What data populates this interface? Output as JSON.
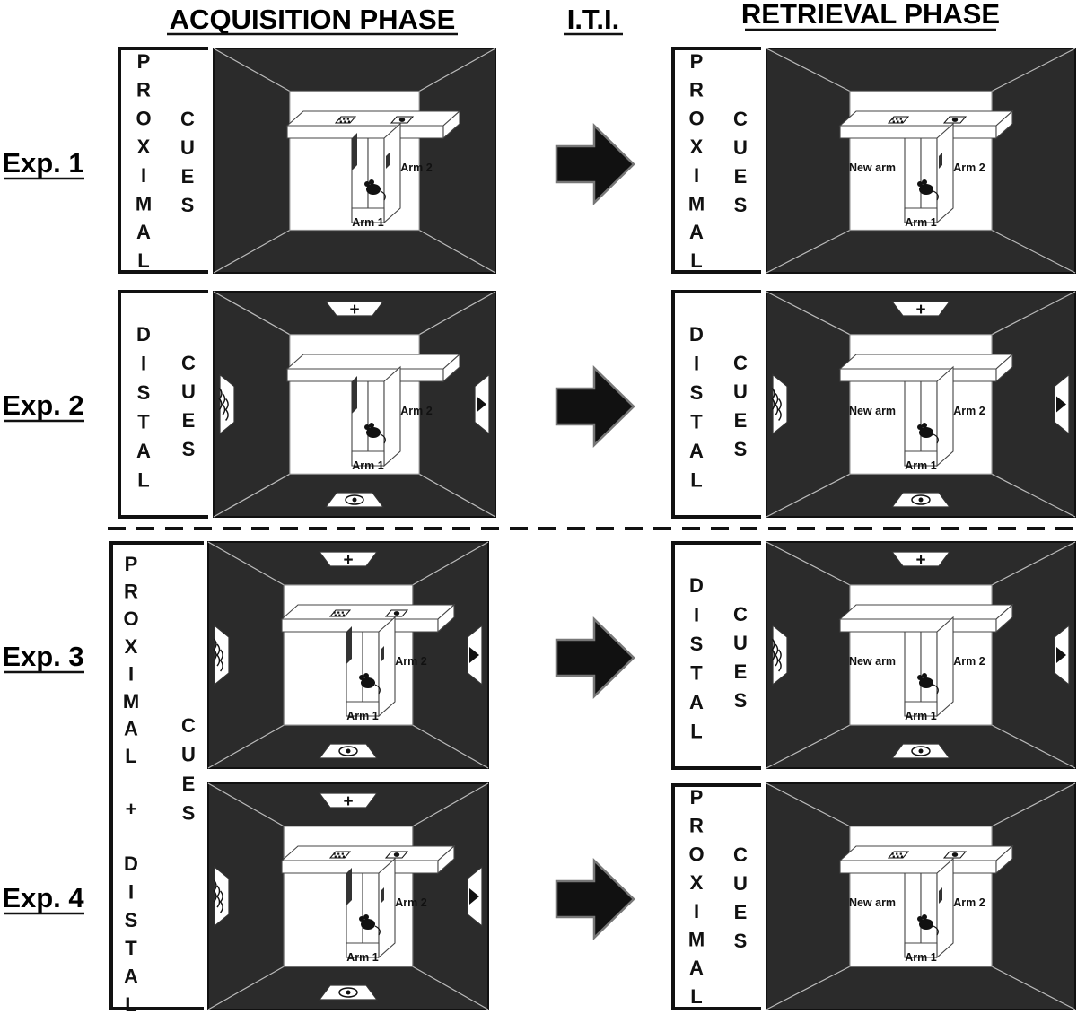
{
  "headers": {
    "acquisition": "ACQUISITION PHASE",
    "iti": "I.T.I.",
    "retrieval": "RETRIEVAL PHASE"
  },
  "experiments": [
    "Exp. 1",
    "Exp. 2",
    "Exp. 3",
    "Exp. 4"
  ],
  "cue_words": {
    "proximal": "PROXIMAL",
    "distal": "DISTAL",
    "cues": "CUES",
    "plus": "+"
  },
  "maze_labels": {
    "arm1": "Arm 1",
    "arm2": "Arm 2",
    "new_arm": "New arm"
  },
  "distal_cue_symbols": {
    "top": "+",
    "left": "≋",
    "right": "▶",
    "bottom": "◎"
  },
  "colors": {
    "room_wall": "#2b2b2b",
    "floor": "#ffffff",
    "cue_card": "#ffffff",
    "arrow": "#111111"
  }
}
